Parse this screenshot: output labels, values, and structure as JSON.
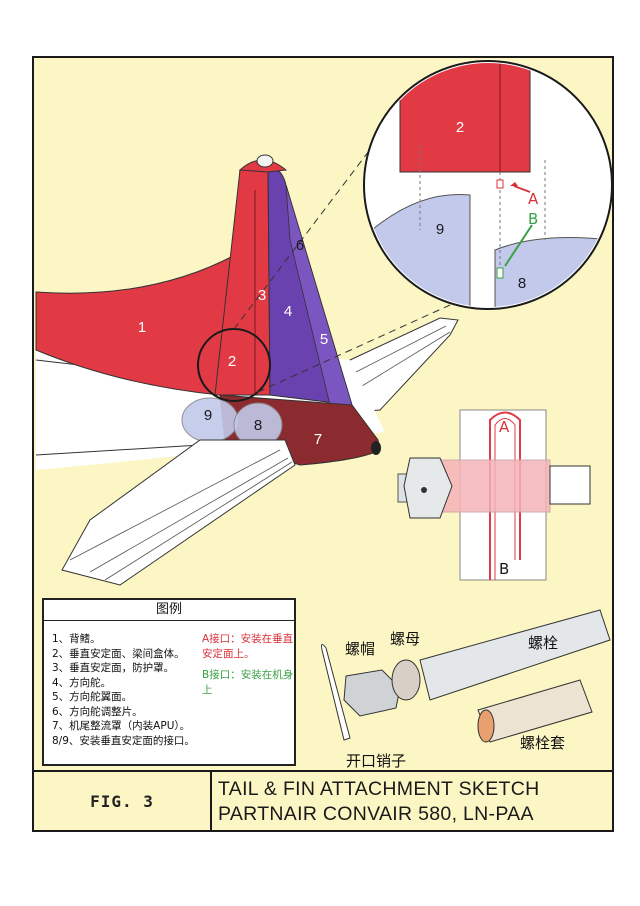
{
  "figure": {
    "fig_label": "FIG.  3",
    "title_line1": "TAIL & FIN ATTACHMENT SKETCH",
    "title_line2": "PARTNAIR CONVAIR 580, LN-PAA"
  },
  "part_numbers": [
    "1",
    "2",
    "3",
    "4",
    "5",
    "6",
    "7",
    "8",
    "9"
  ],
  "detail_labels": {
    "a": "A",
    "b": "B"
  },
  "legend": {
    "title": "图例",
    "items": [
      "1、背鳍。",
      "2、垂直安定面、梁间盒体。",
      "3、垂直安定面，防护罩。",
      "4、方向舵。",
      "5、方向舵翼面。",
      "6、方向舵调整片。",
      "7、机尾整流罩（内装APU）。",
      "8/9、安装垂直安定面的接口。"
    ],
    "note_a": "A接口：安装在垂直安定面上。",
    "note_b": "B接口：安装在机身上"
  },
  "hardware": {
    "castle_nut": "螺帽",
    "nut": "螺母",
    "bolt": "螺栓",
    "cotter_pin": "开口销子",
    "bushing": "螺栓套"
  },
  "colors": {
    "red": "#e23a44",
    "purple": "#6a42b0",
    "maroon": "#8c2b2f",
    "light_blue": "#c2c9ea",
    "paper": "#fbf6c4"
  }
}
